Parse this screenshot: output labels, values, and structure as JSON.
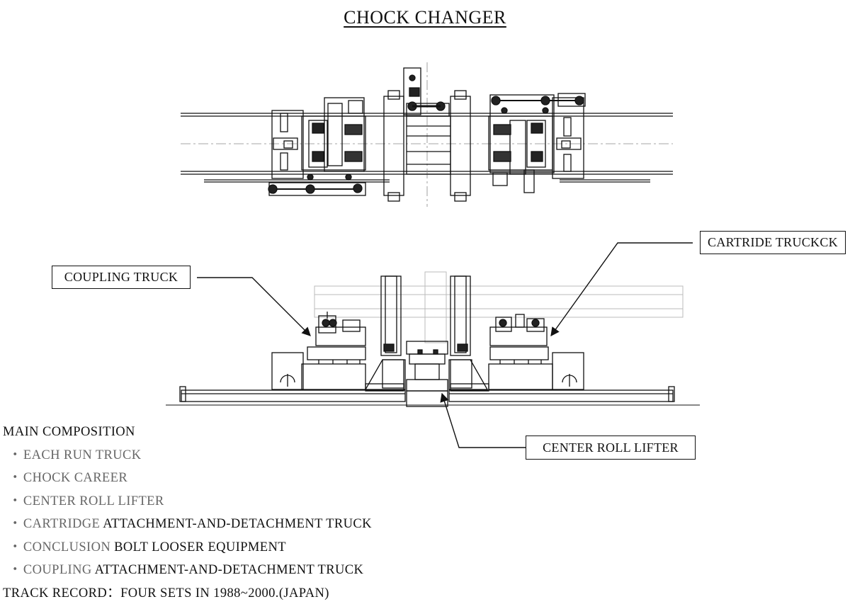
{
  "title": "CHOCK CHANGER",
  "callouts": {
    "coupling_truck": "COUPLING TRUCK",
    "cartridge_truck": "CARTRIDE TRUCKCK",
    "center_roll_lifter": "CENTER ROLL LIFTER"
  },
  "composition": {
    "heading": "MAIN COMPOSITION",
    "bullet": "・",
    "items": [
      {
        "gray": "EACH RUN TRUCK",
        "dark": ""
      },
      {
        "gray": "CHOCK CAREER",
        "dark": ""
      },
      {
        "gray": "CENTER ROLL LIFTER",
        "dark": ""
      },
      {
        "gray": "CARTRIDGE ",
        "dark": "ATTACHMENT-AND-DETACHMENT TRUCK"
      },
      {
        "gray": "CONCLUSION ",
        "dark": "BOLT LOOSER EQUIPMENT"
      },
      {
        "gray": "COUPLING ",
        "dark": "ATTACHMENT-AND-DETACHMENT TRUCK"
      }
    ],
    "track_record": "TRACK RECORD：FOUR SETS IN 1988~2000.(JAPAN)"
  }
}
